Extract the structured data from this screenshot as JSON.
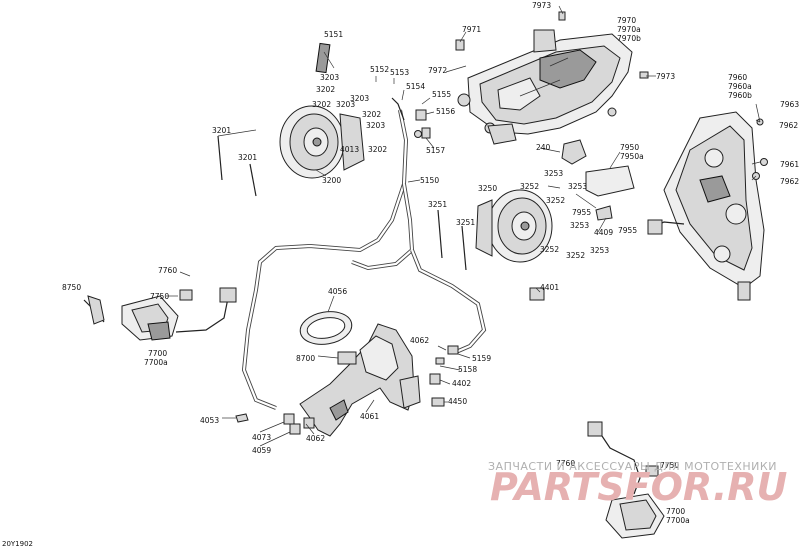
{
  "diagram_code": "20Y1902",
  "callouts": [
    {
      "id": "c7973a",
      "text": "7973"
    },
    {
      "id": "c7971",
      "text": "7971"
    },
    {
      "id": "c7970",
      "text": "7970"
    },
    {
      "id": "c7970a",
      "text": "7970a"
    },
    {
      "id": "c7970b",
      "text": "7970b"
    },
    {
      "id": "c7972",
      "text": "7972"
    },
    {
      "id": "c7973b",
      "text": "7973"
    },
    {
      "id": "c7960",
      "text": "7960"
    },
    {
      "id": "c7960a",
      "text": "7960a"
    },
    {
      "id": "c7960b",
      "text": "7960b"
    },
    {
      "id": "c7963",
      "text": "7963"
    },
    {
      "id": "c7962a",
      "text": "7962"
    },
    {
      "id": "c7961",
      "text": "7961"
    },
    {
      "id": "c7962b",
      "text": "7962"
    },
    {
      "id": "c5151",
      "text": "5151"
    },
    {
      "id": "c5152",
      "text": "5152"
    },
    {
      "id": "c5153",
      "text": "5153"
    },
    {
      "id": "c5154",
      "text": "5154"
    },
    {
      "id": "c5155",
      "text": "5155"
    },
    {
      "id": "c5156",
      "text": "5156"
    },
    {
      "id": "c5157",
      "text": "5157"
    },
    {
      "id": "c3203a",
      "text": "3203"
    },
    {
      "id": "c3202a",
      "text": "3202"
    },
    {
      "id": "c3203b",
      "text": "3203"
    },
    {
      "id": "c3202b",
      "text": "3202"
    },
    {
      "id": "c3203c",
      "text": "3203"
    },
    {
      "id": "c3202c",
      "text": "3202"
    },
    {
      "id": "c3203d",
      "text": "3203"
    },
    {
      "id": "c4013",
      "text": "4013"
    },
    {
      "id": "c3202d",
      "text": "3202"
    },
    {
      "id": "c3201a",
      "text": "3201"
    },
    {
      "id": "c3201b",
      "text": "3201"
    },
    {
      "id": "c3200",
      "text": "3200"
    },
    {
      "id": "c5150",
      "text": "5150"
    },
    {
      "id": "c240",
      "text": "240"
    },
    {
      "id": "c7950",
      "text": "7950"
    },
    {
      "id": "c7950a",
      "text": "7950a"
    },
    {
      "id": "c3253a",
      "text": "3253"
    },
    {
      "id": "c3252a",
      "text": "3252"
    },
    {
      "id": "c3253b",
      "text": "3253"
    },
    {
      "id": "c3252b",
      "text": "3252"
    },
    {
      "id": "c7955a",
      "text": "7955"
    },
    {
      "id": "c3253c",
      "text": "3253"
    },
    {
      "id": "c4409",
      "text": "4409"
    },
    {
      "id": "c7955b",
      "text": "7955"
    },
    {
      "id": "c3250",
      "text": "3250"
    },
    {
      "id": "c3251a",
      "text": "3251"
    },
    {
      "id": "c3251b",
      "text": "3251"
    },
    {
      "id": "c3252c",
      "text": "3252"
    },
    {
      "id": "c3252d",
      "text": "3252"
    },
    {
      "id": "c3253d",
      "text": "3253"
    },
    {
      "id": "c4401",
      "text": "4401"
    },
    {
      "id": "c7760a",
      "text": "7760"
    },
    {
      "id": "c8750",
      "text": "8750"
    },
    {
      "id": "c7750a",
      "text": "7750"
    },
    {
      "id": "c7700a",
      "text": "7700"
    },
    {
      "id": "c7700aa",
      "text": "7700a"
    },
    {
      "id": "c4056",
      "text": "4056"
    },
    {
      "id": "c8700",
      "text": "8700"
    },
    {
      "id": "c4062a",
      "text": "4062"
    },
    {
      "id": "c5159",
      "text": "5159"
    },
    {
      "id": "c5158",
      "text": "5158"
    },
    {
      "id": "c4402",
      "text": "4402"
    },
    {
      "id": "c4450",
      "text": "4450"
    },
    {
      "id": "c4061",
      "text": "4061"
    },
    {
      "id": "c4053",
      "text": "4053"
    },
    {
      "id": "c4073",
      "text": "4073"
    },
    {
      "id": "c4059",
      "text": "4059"
    },
    {
      "id": "c4062b",
      "text": "4062"
    },
    {
      "id": "c7760b",
      "text": "7760"
    },
    {
      "id": "c7750b",
      "text": "7750"
    },
    {
      "id": "c7700b",
      "text": "7700"
    },
    {
      "id": "c7700ab",
      "text": "7700a"
    }
  ],
  "watermark": {
    "top_text": "ЗАПЧАСТИ И АКСЕССУАРЫ ДЛЯ МОТОТЕХНИКИ",
    "brand_text": "PARTSFOR.RU"
  },
  "colors": {
    "line": "#222222",
    "part_fill": "#d8d8d8",
    "watermark_brand": "#e6b1b1",
    "watermark_text": "#b0b0b0"
  }
}
